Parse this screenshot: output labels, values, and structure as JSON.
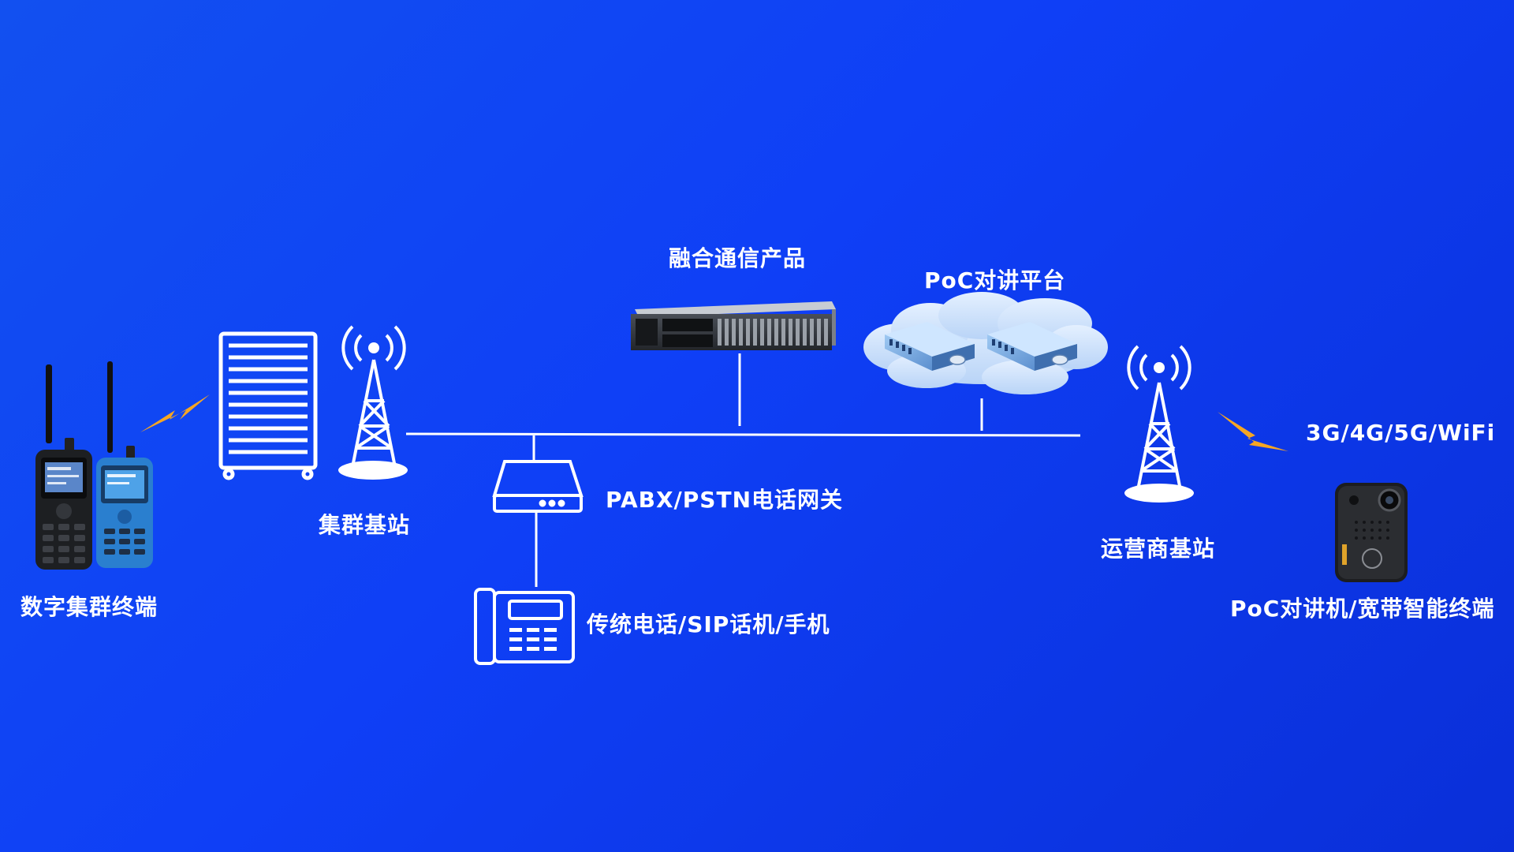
{
  "diagram": {
    "labels": {
      "digital_trunk_terminal": "数字集群终端",
      "trunk_base_station": "集群基站",
      "fusion_product": "融合通信产品",
      "poc_platform": "PoC对讲平台",
      "pabx_gateway": "PABX/PSTN电话网关",
      "traditional_phone": "传统电话/SIP话机/手机",
      "carrier_base_station": "运营商基站",
      "network_types": "3G/4G/5G/WiFi",
      "poc_terminal": "PoC对讲机/宽带智能终端"
    },
    "colors": {
      "background": "#0f3ff6",
      "line": "#ffffff",
      "lightning": "#f6a623",
      "cloud": "#cfe3fb"
    }
  }
}
